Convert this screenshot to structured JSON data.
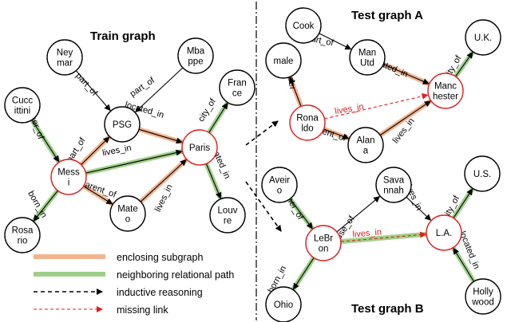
{
  "titles": {
    "train": "Train graph",
    "test_a": "Test graph A",
    "test_b": "Test graph B"
  },
  "nodes": {
    "neymar": [
      "Ney",
      "mar"
    ],
    "mbappe": [
      "Mba",
      "ppe"
    ],
    "psg": [
      "PSG"
    ],
    "france": [
      "Fran",
      "ce"
    ],
    "cuccittini": [
      "Cucc",
      "ittini"
    ],
    "paris": [
      "Paris"
    ],
    "messi": [
      "Mess",
      "i"
    ],
    "mateo": [
      "Mate",
      "o"
    ],
    "louvre": [
      "Louv",
      "re"
    ],
    "rosario": [
      "Rosa",
      "rio"
    ],
    "cook": [
      "Cook"
    ],
    "uk": [
      "U.K."
    ],
    "male": [
      "male"
    ],
    "manutd": [
      "Man",
      "Utd"
    ],
    "manchester": [
      "Manc",
      "hester"
    ],
    "ronaldo": [
      "Rona",
      "ldo"
    ],
    "alana": [
      "Alan",
      "a"
    ],
    "aveiro": [
      "Aveir",
      "o"
    ],
    "savannah": [
      "Sava",
      "nnah"
    ],
    "us": [
      "U.S."
    ],
    "lebron": [
      "LeBr",
      "on"
    ],
    "la": [
      "L.A."
    ],
    "ohio": [
      "Ohio"
    ],
    "hollywood": [
      "Holly",
      "wood"
    ]
  },
  "relations": {
    "neymar_psg": "part_of",
    "mbappe_psg": "part_of",
    "psg_paris": "located_in",
    "paris_france": "city_of",
    "cucc_messi": "mother_of",
    "messi_psg": "part_of",
    "messi_paris": "lives_in",
    "messi_mateo": "parent_of",
    "mateo_paris": "lives_in",
    "paris_louvre": "located_in",
    "messi_rosario": "born_in",
    "cook_manutd": "part_of",
    "manutd_manchester": "located_in",
    "manchester_uk": "city_of",
    "ronaldo_male": "gender",
    "ronaldo_manchester": "lives_in",
    "ronaldo_alana": "parent_of",
    "alana_manchester": "lives_in",
    "aveiro_lebron": "mother_of",
    "lebron_savannah": "spouse_of",
    "savannah_la": "lives_in",
    "la_us": "city_of",
    "lebron_la": "lives_in",
    "hollywood_la": "located_in",
    "lebron_ohio": "born_in"
  },
  "legend": {
    "enclosing": "enclosing subgraph",
    "neighboring": "neighboring relational path",
    "inductive": "inductive reasoning",
    "missing": "missing link"
  },
  "colors": {
    "enclosing": "#f2b48f",
    "neighboring": "#9fd08a",
    "target_node": "#e01e1e",
    "missing_link": "#e01e1e"
  }
}
